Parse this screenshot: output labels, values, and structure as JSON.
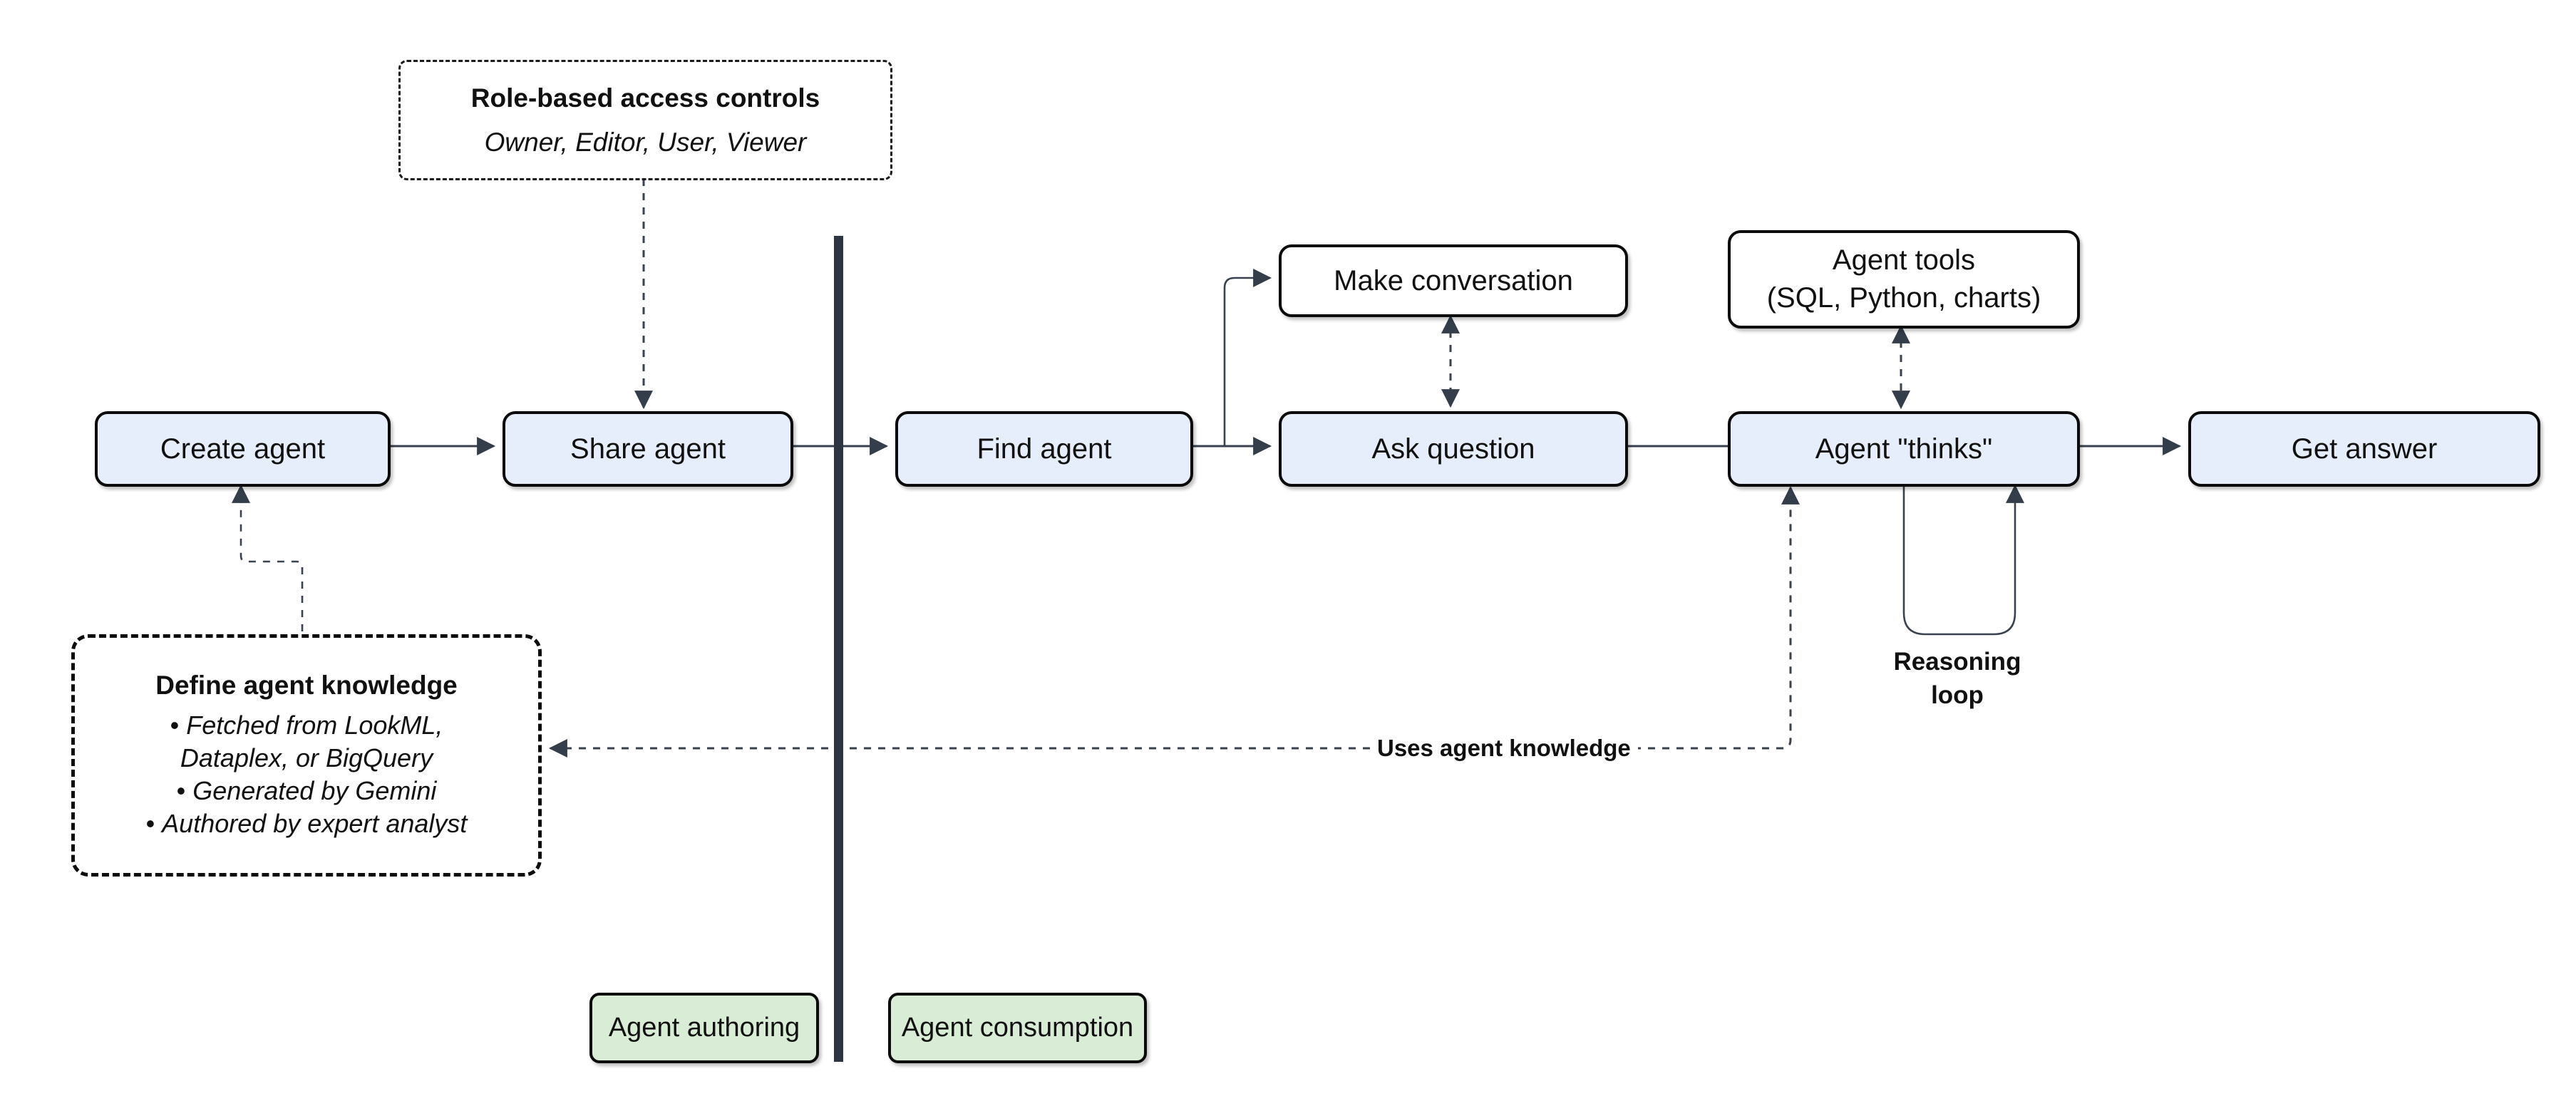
{
  "nodes": {
    "create_agent": "Create agent",
    "share_agent": "Share agent",
    "find_agent": "Find agent",
    "ask_question": "Ask question",
    "make_conversation": "Make conversation",
    "agent_thinks": "Agent \"thinks\"",
    "get_answer": "Get answer",
    "agent_tools_line1": "Agent tools",
    "agent_tools_line2": "(SQL, Python, charts)"
  },
  "notes": {
    "rbac_title": "Role-based access controls",
    "rbac_roles": "Owner, Editor, User, Viewer",
    "knowledge_title": "Define agent knowledge",
    "bullet_glyph": "•",
    "knowledge_bullets": [
      "Fetched from LookML, Dataplex, or BigQuery",
      "Generated by Gemini",
      "Authored by expert analyst"
    ]
  },
  "labels": {
    "uses_knowledge": "Uses agent knowledge",
    "reasoning_line1": "Reasoning",
    "reasoning_line2": "loop",
    "authoring": "Agent authoring",
    "consumption": "Agent consumption"
  },
  "colors": {
    "node_fill": "#e6eefb",
    "lane_fill": "#d9ecd5",
    "border": "#0b0b0b",
    "wire": "#39424e",
    "divider": "#2d3541",
    "text": "#111111"
  }
}
